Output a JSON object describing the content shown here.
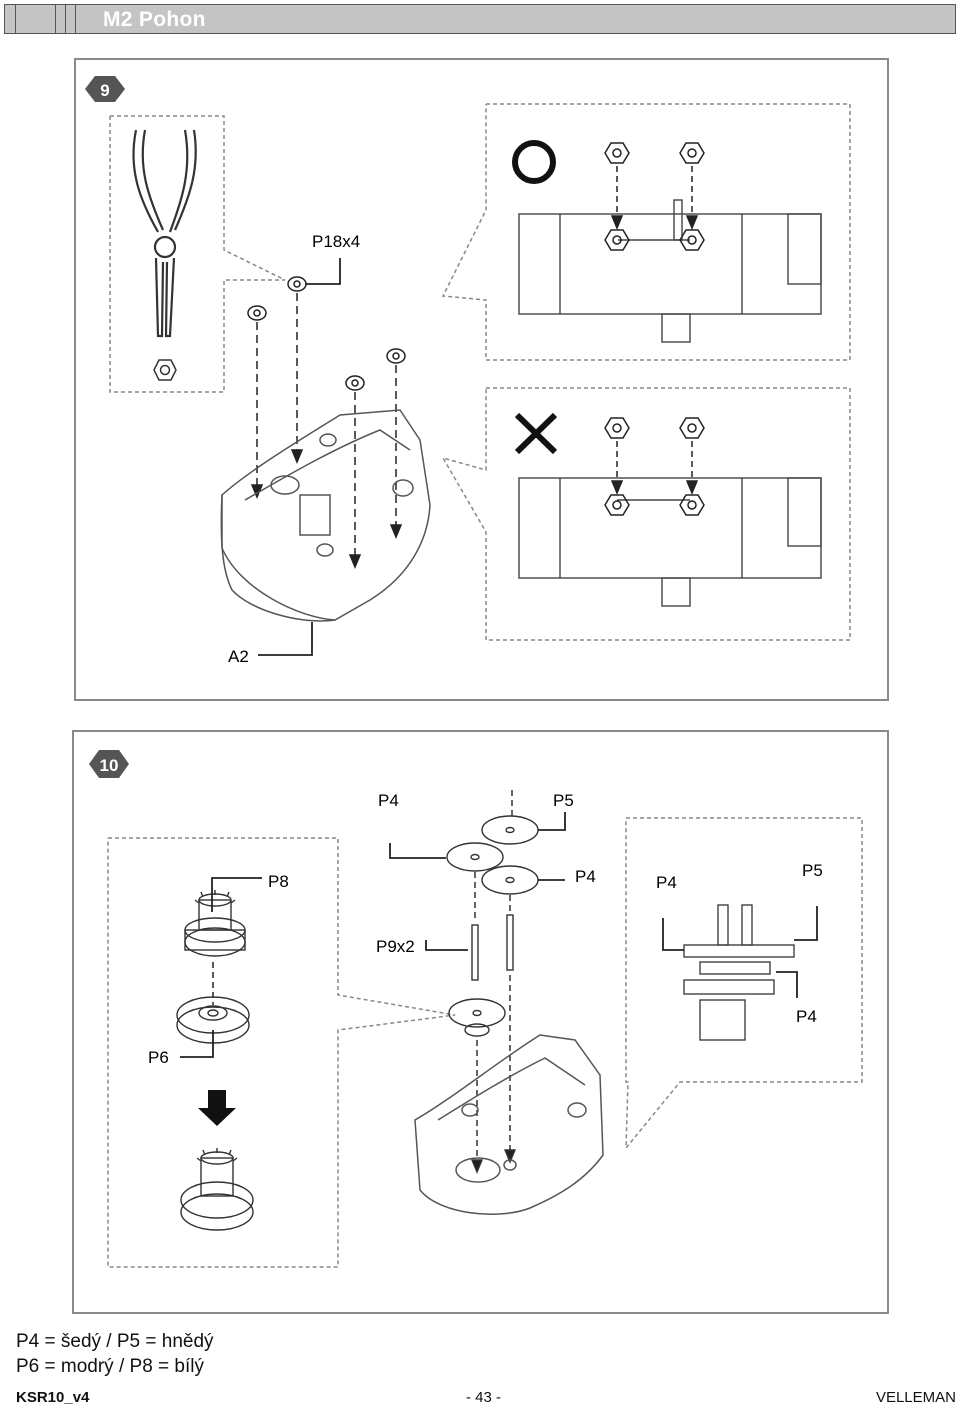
{
  "header": {
    "title": "M2 Pohon"
  },
  "step9": {
    "number": "9",
    "labels": {
      "nut_callout": "P18x4",
      "base_callout": "A2"
    }
  },
  "step10": {
    "number": "10",
    "labels": {
      "top_p4": "P4",
      "top_p5": "P5",
      "mid_p4": "P4",
      "p8": "P8",
      "p9": "P9x2",
      "p6": "P6",
      "inset_p4": "P4",
      "inset_p5": "P5",
      "inset_p4_low": "P4"
    }
  },
  "legend": {
    "line1": "P4 = šedý / P5 = hnědý",
    "line2": "P6 = modrý / P8 = bílý"
  },
  "footer": {
    "left": "KSR10_v4",
    "center": "- 43 -",
    "right": "VELLEMAN"
  },
  "icons": [
    "correct-circle-icon",
    "wrong-cross-icon",
    "down-arrow-icon",
    "hex-nut-icon",
    "gear-icon",
    "pliers-icon"
  ]
}
